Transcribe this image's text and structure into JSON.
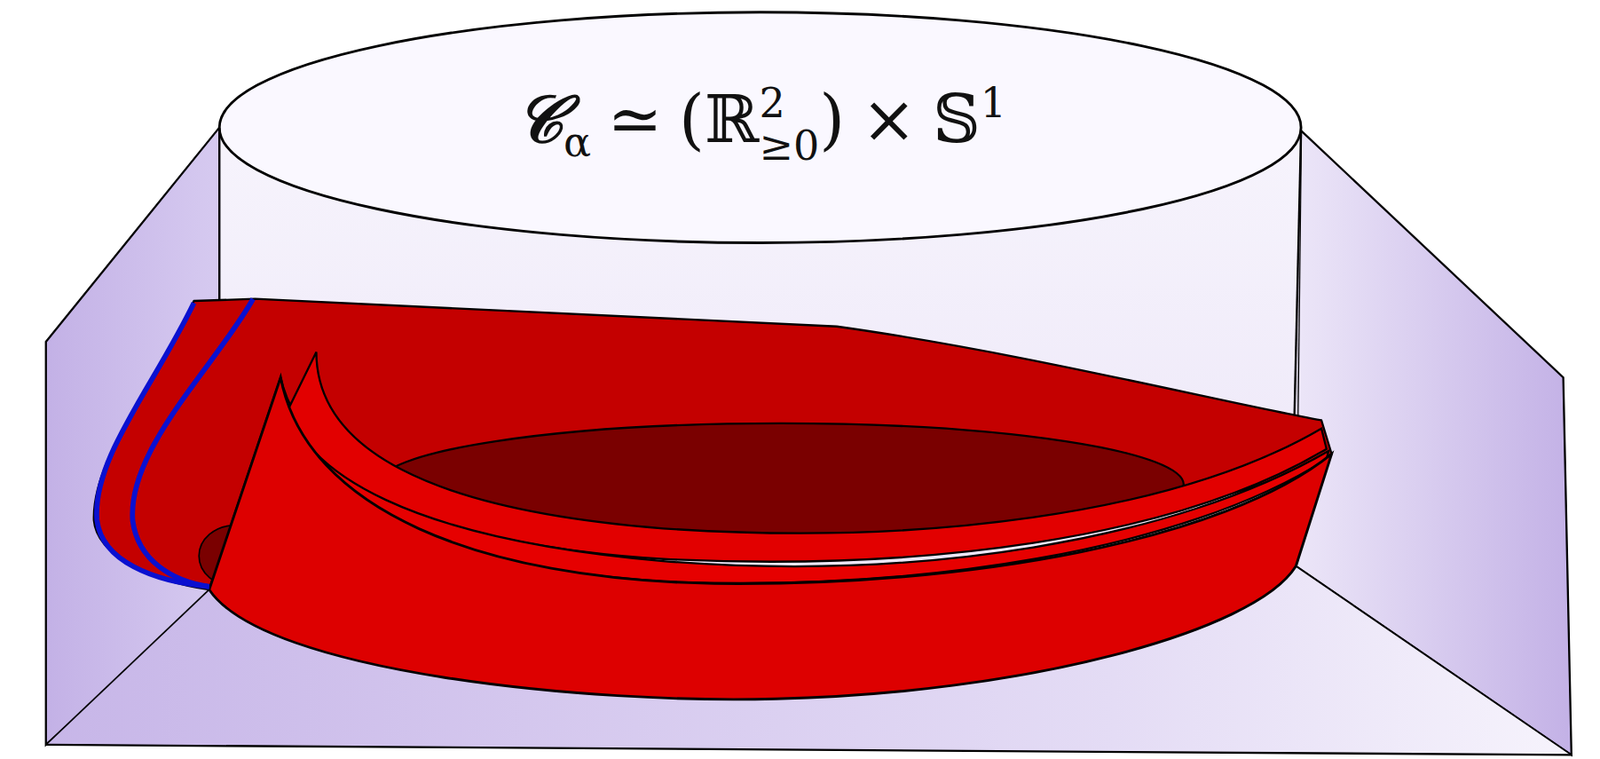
{
  "diagram": {
    "labels": [
      "𝒞",
      "α",
      "≃",
      "(ℝ",
      "2",
      "≥0",
      ")",
      "×",
      "𝕊",
      "1"
    ]
  }
}
